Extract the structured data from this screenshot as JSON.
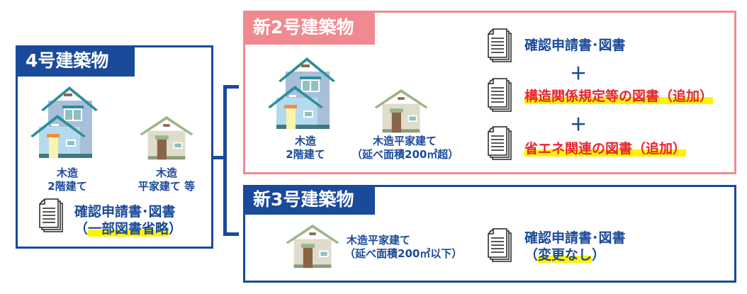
{
  "old4": {
    "title": "4号建築物",
    "house1": [
      "木造",
      "2階建て"
    ],
    "house2": [
      "木造",
      "平家建て 等"
    ],
    "docs": "確認申請書･図書",
    "docs_note_open": "（",
    "docs_note": "一部図書省略",
    "docs_note_close": "）"
  },
  "new2": {
    "title": "新2号建築物",
    "house1": [
      "木造",
      "2階建て"
    ],
    "house2": [
      "木造平家建て",
      "（延べ面積200㎡超）"
    ],
    "doc1": "確認申請書･図書",
    "plus": "＋",
    "doc2": "構造関係規定等の図書（追加）",
    "doc3": "省エネ関連の図書（追加）"
  },
  "new3": {
    "title": "新3号建築物",
    "house": [
      "木造平家建て",
      "（延べ面積200㎡以下）"
    ],
    "docs": "確認申請書･図書",
    "docs_note_open": "（",
    "docs_note": "変更なし",
    "docs_note_close": "）"
  },
  "colors": {
    "blue": "#1a4a9a",
    "pink": "#f08a90",
    "red": "#e8242c",
    "highlight": "#fff200"
  }
}
